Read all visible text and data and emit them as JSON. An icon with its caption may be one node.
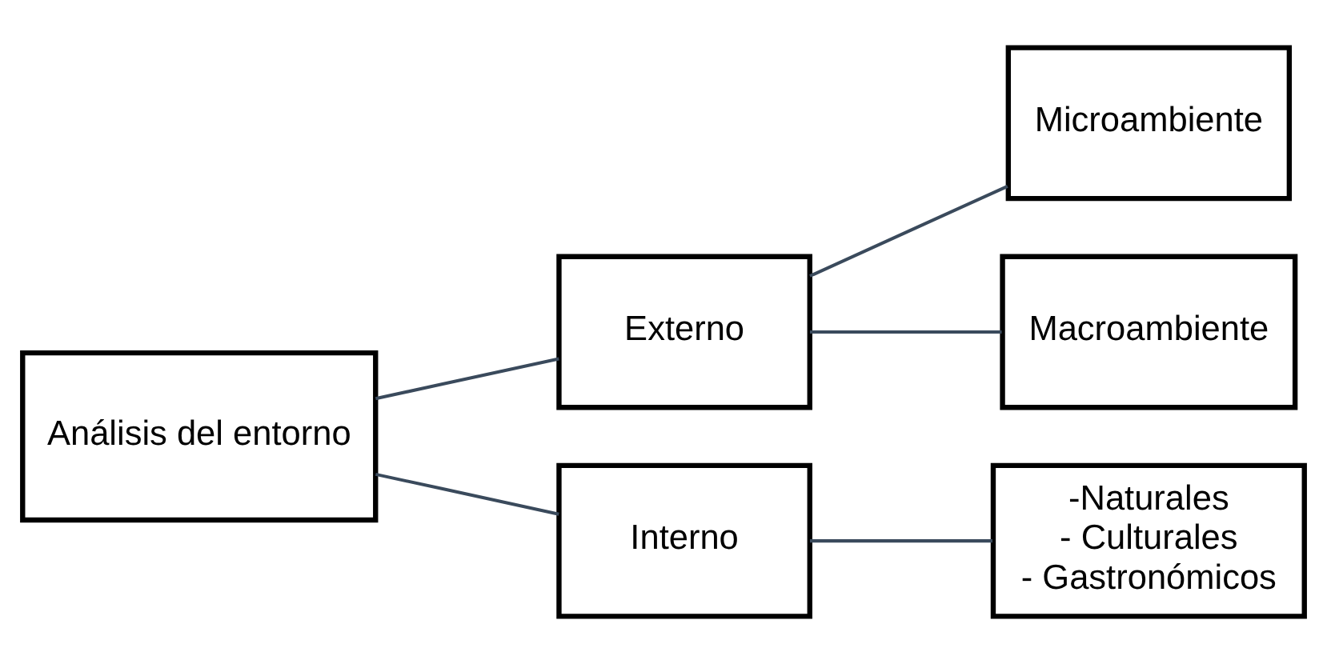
{
  "diagram": {
    "nodes": [
      {
        "text": [
          "Análisis del entorno"
        ]
      },
      {
        "text": [
          "Externo"
        ]
      },
      {
        "text": [
          "Interno"
        ]
      },
      {
        "text": [
          "Microambiente"
        ]
      },
      {
        "text": [
          "Macroambiente"
        ]
      },
      {
        "text": [
          "-Naturales",
          "- Culturales",
          "- Gastronómicos"
        ]
      }
    ],
    "edges": [
      {
        "from": 0,
        "to": 1,
        "arrow": "none"
      },
      {
        "from": 0,
        "to": 2,
        "arrow": "none"
      },
      {
        "from": 1,
        "to": 3,
        "arrow": "none"
      },
      {
        "from": 1,
        "to": 4,
        "arrow": "none"
      },
      {
        "from": 2,
        "to": 5,
        "arrow": "none"
      }
    ]
  }
}
